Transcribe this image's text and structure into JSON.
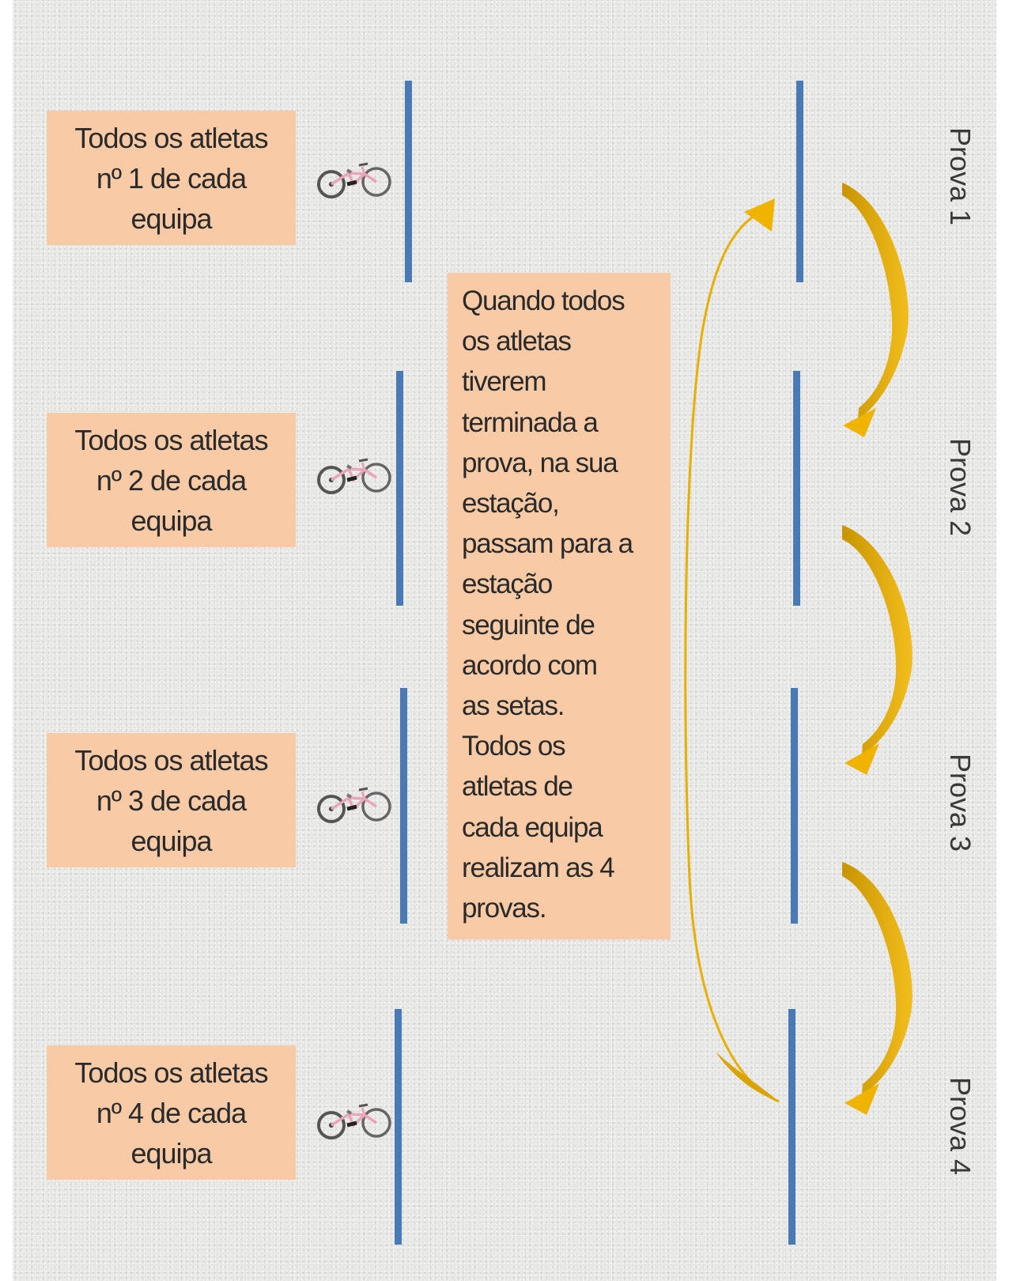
{
  "athlete_groups": [
    {
      "line1": "Todos os atletas",
      "line2": "nº 1 de cada",
      "line3": "equipa"
    },
    {
      "line1": "Todos os atletas",
      "line2": "nº 2 de cada",
      "line3": "equipa"
    },
    {
      "line1": "Todos os atletas",
      "line2": "nº 3 de cada",
      "line3": "equipa"
    },
    {
      "line1": "Todos os atletas",
      "line2": "nº 4 de cada",
      "line3": "equipa"
    }
  ],
  "instruction_lines": [
    "Quando todos",
    "os atletas",
    "tiverem",
    "terminada a",
    "prova, na sua",
    "estação,",
    "passam para a",
    "estação",
    "seguinte de",
    "acordo com",
    "as setas.",
    "Todos os",
    "atletas de",
    "cada equipa",
    "realizam as 4",
    "provas."
  ],
  "stations": [
    "Prova 1",
    "Prova 2",
    "Prova 3",
    "Prova 4"
  ],
  "icons": {
    "athlete_marker": "bicycle-icon",
    "rotation": "curved-arrow-icon"
  },
  "colors": {
    "box_fill": "#f8cba6",
    "lane_line": "#4a7ab5",
    "arrow": "#e6b000",
    "arrow_dark": "#c89500"
  }
}
